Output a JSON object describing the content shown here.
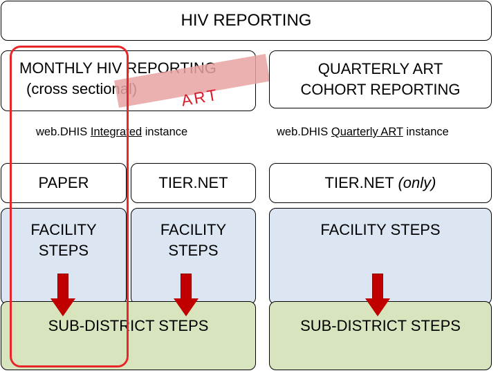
{
  "title": "HIV REPORTING",
  "monthly": {
    "heading_line1": "MONTHLY HIV REPORTING",
    "heading_line2": "(cross sectional)",
    "art_tag": "ART",
    "dhis_prefix": "web.DHIS ",
    "dhis_underlined": "Integrated",
    "dhis_suffix": " instance",
    "col_paper": "PAPER",
    "col_tier": "TIER.NET",
    "steps_paper_line1": "FACILITY",
    "steps_paper_line2": "STEPS",
    "steps_tier_line1": "FACILITY",
    "steps_tier_line2": "STEPS",
    "subdistrict": "SUB-DISTRICT STEPS"
  },
  "quarterly": {
    "heading_line1": "QUARTERLY ART",
    "heading_line2": "COHORT REPORTING",
    "dhis_prefix": "web.DHIS ",
    "dhis_underlined": "Quarterly ART",
    "dhis_suffix": " instance",
    "tier": "TIER.NET ",
    "tier_only": "(only)",
    "facility_steps": "FACILITY STEPS",
    "subdistrict": "SUB-DISTRICT STEPS"
  },
  "colors": {
    "facility_fill": "#dce6f2",
    "subdistrict_fill": "#d7e4bd",
    "arrow": "#c00000",
    "highlight_outline": "#e8262a",
    "art_banner": "#e8a3a3"
  }
}
